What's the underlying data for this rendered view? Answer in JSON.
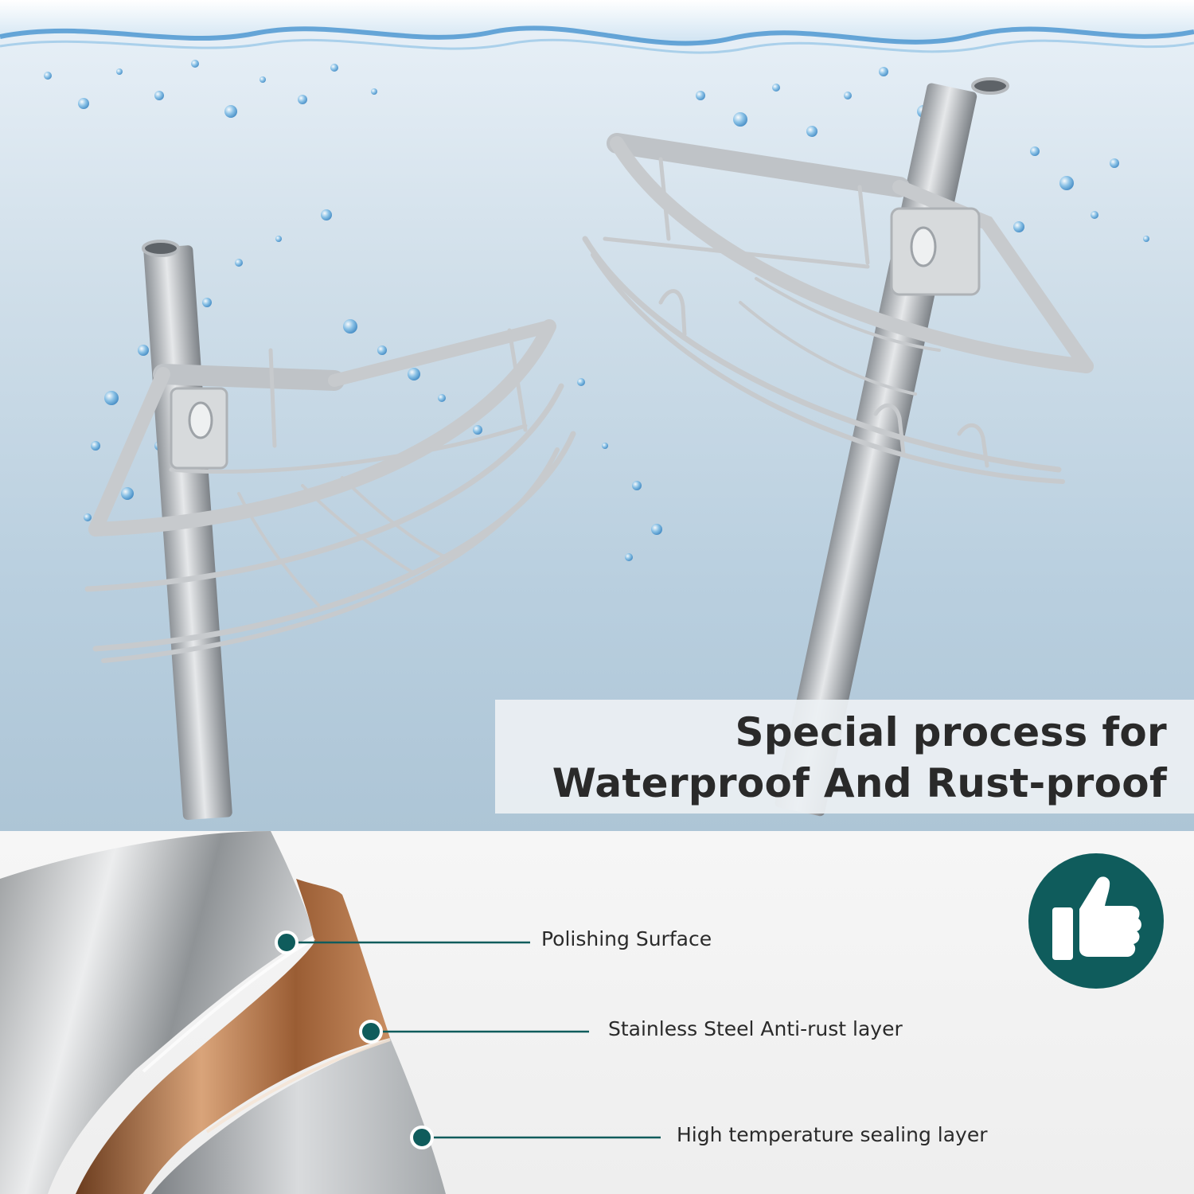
{
  "headline": {
    "line1": "Special process for",
    "line2": "Waterproof And Rust-proof"
  },
  "callouts": [
    {
      "label": "Polishing Surface"
    },
    {
      "label": "Stainless Steel Anti-rust layer"
    },
    {
      "label": "High temperature sealing layer"
    }
  ],
  "badge": {
    "icon": "thumbs-up-icon"
  },
  "colors": {
    "accent_teal": "#0f5c5c",
    "water_blue": "#4f9fd6",
    "steel": "#b8bcc0",
    "copper": "#b87a4b",
    "text": "#2a2a2a"
  }
}
